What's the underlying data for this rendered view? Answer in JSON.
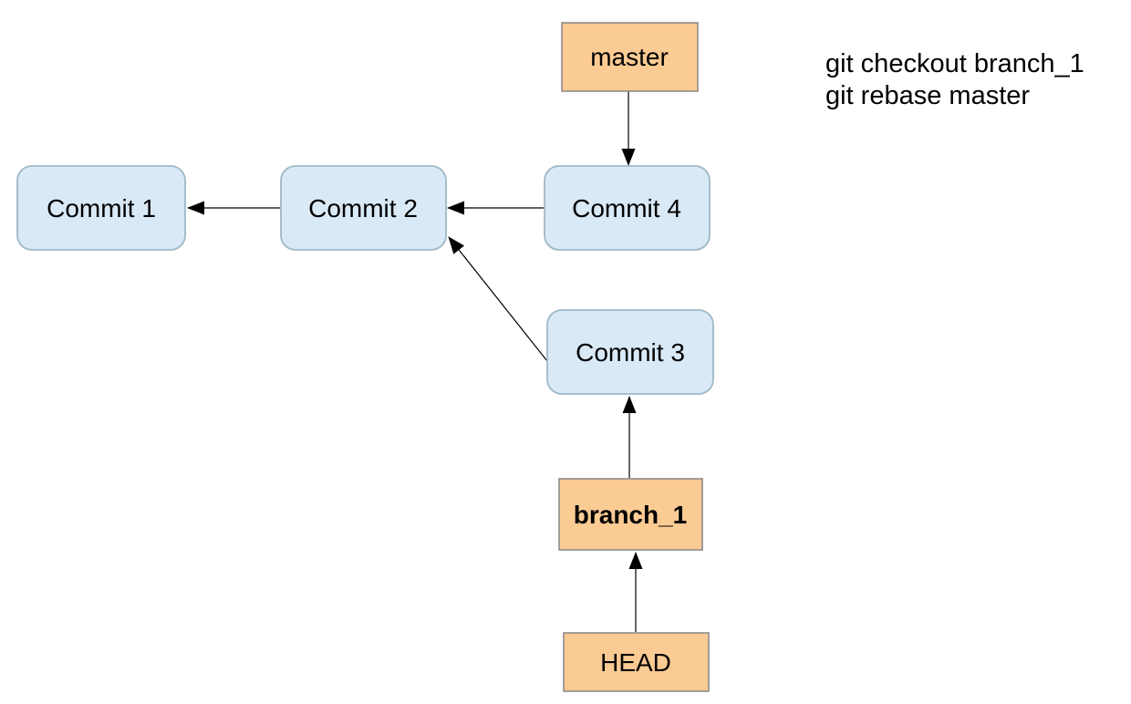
{
  "diagram": {
    "type": "git-commit-graph",
    "nodes": {
      "master": {
        "label": "master",
        "kind": "ref"
      },
      "commit1": {
        "label": "Commit 1",
        "kind": "commit"
      },
      "commit2": {
        "label": "Commit 2",
        "kind": "commit"
      },
      "commit3": {
        "label": "Commit 3",
        "kind": "commit"
      },
      "commit4": {
        "label": "Commit 4",
        "kind": "commit"
      },
      "branch_1": {
        "label": "branch_1",
        "kind": "ref"
      },
      "head": {
        "label": "HEAD",
        "kind": "ref"
      }
    },
    "edges": [
      {
        "from": "master",
        "to": "commit4"
      },
      {
        "from": "commit4",
        "to": "commit2"
      },
      {
        "from": "commit2",
        "to": "commit1"
      },
      {
        "from": "commit3",
        "to": "commit2"
      },
      {
        "from": "branch_1",
        "to": "commit3"
      },
      {
        "from": "head",
        "to": "branch_1"
      }
    ],
    "commands": {
      "line1": "git checkout branch_1",
      "line2": "git rebase master"
    },
    "colors": {
      "background": "#ffffff",
      "commit_fill": "#d9e9f6",
      "commit_border": "#9fb8c6",
      "ref_fill": "#fbcb94",
      "ref_border": "#868686",
      "arrow": "#000000",
      "text": "#000000"
    }
  }
}
